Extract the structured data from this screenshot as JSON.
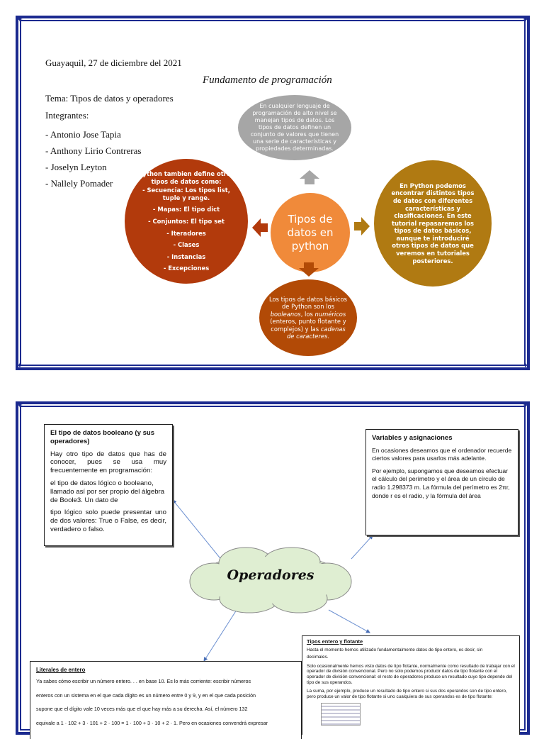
{
  "page1": {
    "date": "Guayaquil, 27 de diciembre del 2021",
    "title": "Fundamento de programación",
    "topic": "Tema: Tipos de datos y operadores",
    "members_label": "Integrantes:",
    "members": [
      "- Antonio Jose Tapia",
      "- Anthony Lirio Contreras",
      "- Joselyn Leyton",
      "- Nallely Pomader"
    ],
    "center": "Tipos de datos en python",
    "top_text": "En cualquier lenguaje de programación de alto nivel se manejan tipos de datos. Los tipos de datos definen un conjunto de valores que tienen una serie de características y propiedades determinadas.",
    "left_intro": "Python tambien define otros tipos de datos como:",
    "left_items": [
      "- Secuencia: Los tipos list, tuple y range.",
      "- Mapas: El tipo dict",
      "- Conjuntos: El tipo set",
      "- Iteradores",
      "- Clases",
      "- Instancias",
      "- Excepciones"
    ],
    "right_text": "En Python podemos encontrar distintos tipos de datos con diferentes características y clasificaciones. En este tutorial repasaremos los tipos de datos básicos, aunque te introduciré otros tipos de datos que veremos en tutoriales posteriores.",
    "bottom_a": "Los tipos de datos básicos de Python son los ",
    "bottom_b": "booleanos",
    "bottom_c": ", los ",
    "bottom_d": "numéricos",
    "bottom_e": " (enteros, punto flotante y complejos) y las ",
    "bottom_f": "cadenas de caracteres",
    "bottom_g": ".",
    "colors": {
      "top": "#a6a6a6",
      "left": "#b23a0c",
      "right": "#b07a12",
      "bottom": "#b24a06",
      "center": "#f08a3a",
      "arrow": "#a6a6a6"
    }
  },
  "page2": {
    "center": "Operadores",
    "bool_title": "El tipo de datos booleano (y sus operadores)",
    "bool_p1": "Hay otro tipo de datos que has de conocer, pues se usa muy frecuentemente en programación:",
    "bool_p2": "el tipo de datos lógico o booleano, llamado así por ser propio del álgebra de Boole3. Un dato de",
    "bool_p3": "tipo lógico solo puede presentar uno de dos valores: True o False, es decir, verdadero o falso.",
    "var_title": "Variables y asignaciones",
    "var_p1": "En ocasiones deseamos que el ordenador recuerde ciertos valores para usarlos más adelante.",
    "var_p2": "Por ejemplo, supongamos que deseamos efectuar el cálculo del perímetro y el área de un círculo de radio 1.298373 m. La fórmula del perímetro es 2πr, donde r es el radio, y la fórmula del área",
    "lit_title": "Literales de entero",
    "lit_lines": [
      "Ya sabes cómo escribir un número entero. . . en base 10. Es lo más corriente: escribir números",
      "enteros con un sistema en el que cada dígito es un número entre 0 y 9, y en el que cada posición",
      "supone que el dígito vale 10 veces más que el que hay más a su derecha. Así, el número 132",
      "equivale a 1 · 102 + 3 · 101 + 2 · 100 = 1 · 100 + 3 · 10 + 2 · 1. Pero en ocasiones convendrá expresar"
    ],
    "float_title": "Tipos entero y flotante",
    "float_p1": "Hasta el momento hemos utilizado fundamentalmente datos de tipo entero, es decir, sin",
    "float_p2": "decimales.",
    "float_p3": "Solo ocasionalmente hemos visto datos de tipo flotante, normalmente como resultado de trabajar con el operador de división convencional. Pero no solo podemos producir datos de tipo flotante con el operador de división convencional: el resto de operadores produce un resultado cuyo tipo depende del tipo de sus operandos.",
    "float_p4": "La suma, por ejemplo, produce un resultado de tipo entero si sus dos operandos son de tipo entero, pero produce un valor de tipo flotante si uno cualquiera de sus operandos es de tipo flotante:"
  }
}
